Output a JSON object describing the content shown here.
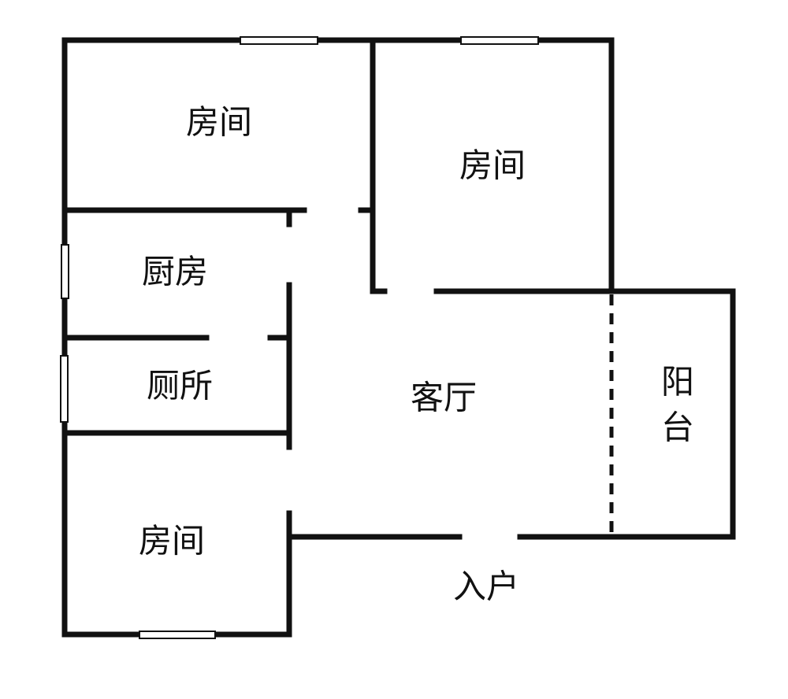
{
  "rooms": {
    "bedroom_top_left": "房间",
    "bedroom_top_right": "房间",
    "kitchen": "厨房",
    "toilet": "厕所",
    "living_room": "客厅",
    "balcony_line1": "阳",
    "balcony_line2": "台",
    "bedroom_bottom_left": "房间",
    "entrance": "入户"
  },
  "colors": {
    "wall": "#111111",
    "background": "#ffffff"
  }
}
